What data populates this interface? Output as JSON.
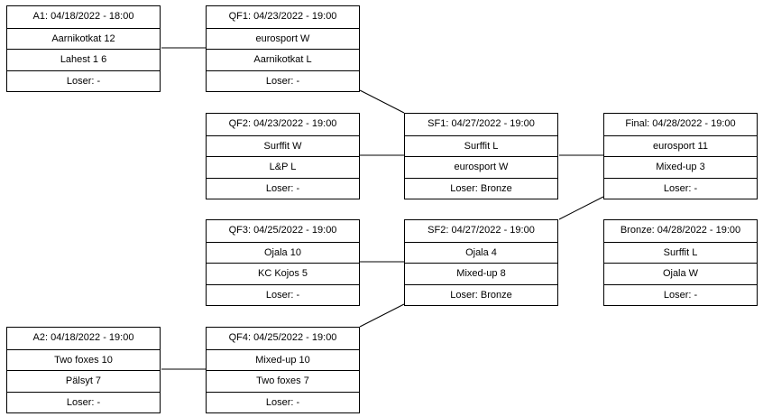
{
  "matches": {
    "A1": {
      "header": "A1: 04/18/2022 - 18:00",
      "team1": "Aarnikotkat 12",
      "team2": "Lahest 1 6",
      "loser": "Loser: -"
    },
    "A2": {
      "header": "A2: 04/18/2022 - 19:00",
      "team1": "Two foxes 10",
      "team2": "Pälsyt 7",
      "loser": "Loser: -"
    },
    "QF1": {
      "header": "QF1: 04/23/2022 - 19:00",
      "team1": "eurosport W",
      "team2": "Aarnikotkat L",
      "loser": "Loser: -"
    },
    "QF2": {
      "header": "QF2: 04/23/2022 - 19:00",
      "team1": "Surffit W",
      "team2": "L&P L",
      "loser": "Loser: -"
    },
    "QF3": {
      "header": "QF3: 04/25/2022 - 19:00",
      "team1": "Ojala 10",
      "team2": "KC Kojos 5",
      "loser": "Loser: -"
    },
    "QF4": {
      "header": "QF4: 04/25/2022 - 19:00",
      "team1": "Mixed-up 10",
      "team2": "Two foxes 7",
      "loser": "Loser: -"
    },
    "SF1": {
      "header": "SF1: 04/27/2022 - 19:00",
      "team1": "Surffit L",
      "team2": "eurosport W",
      "loser": "Loser: Bronze"
    },
    "SF2": {
      "header": "SF2: 04/27/2022 - 19:00",
      "team1": "Ojala 4",
      "team2": "Mixed-up 8",
      "loser": "Loser: Bronze"
    },
    "Final": {
      "header": "Final: 04/28/2022 - 19:00",
      "team1": "eurosport 11",
      "team2": "Mixed-up 3",
      "loser": "Loser: -"
    },
    "Bronze": {
      "header": "Bronze: 04/28/2022 - 19:00",
      "team1": "Surffit L",
      "team2": "Ojala W",
      "loser": "Loser: -"
    }
  },
  "colors": {
    "line": "#000000",
    "border": "#000000",
    "background": "#ffffff"
  }
}
